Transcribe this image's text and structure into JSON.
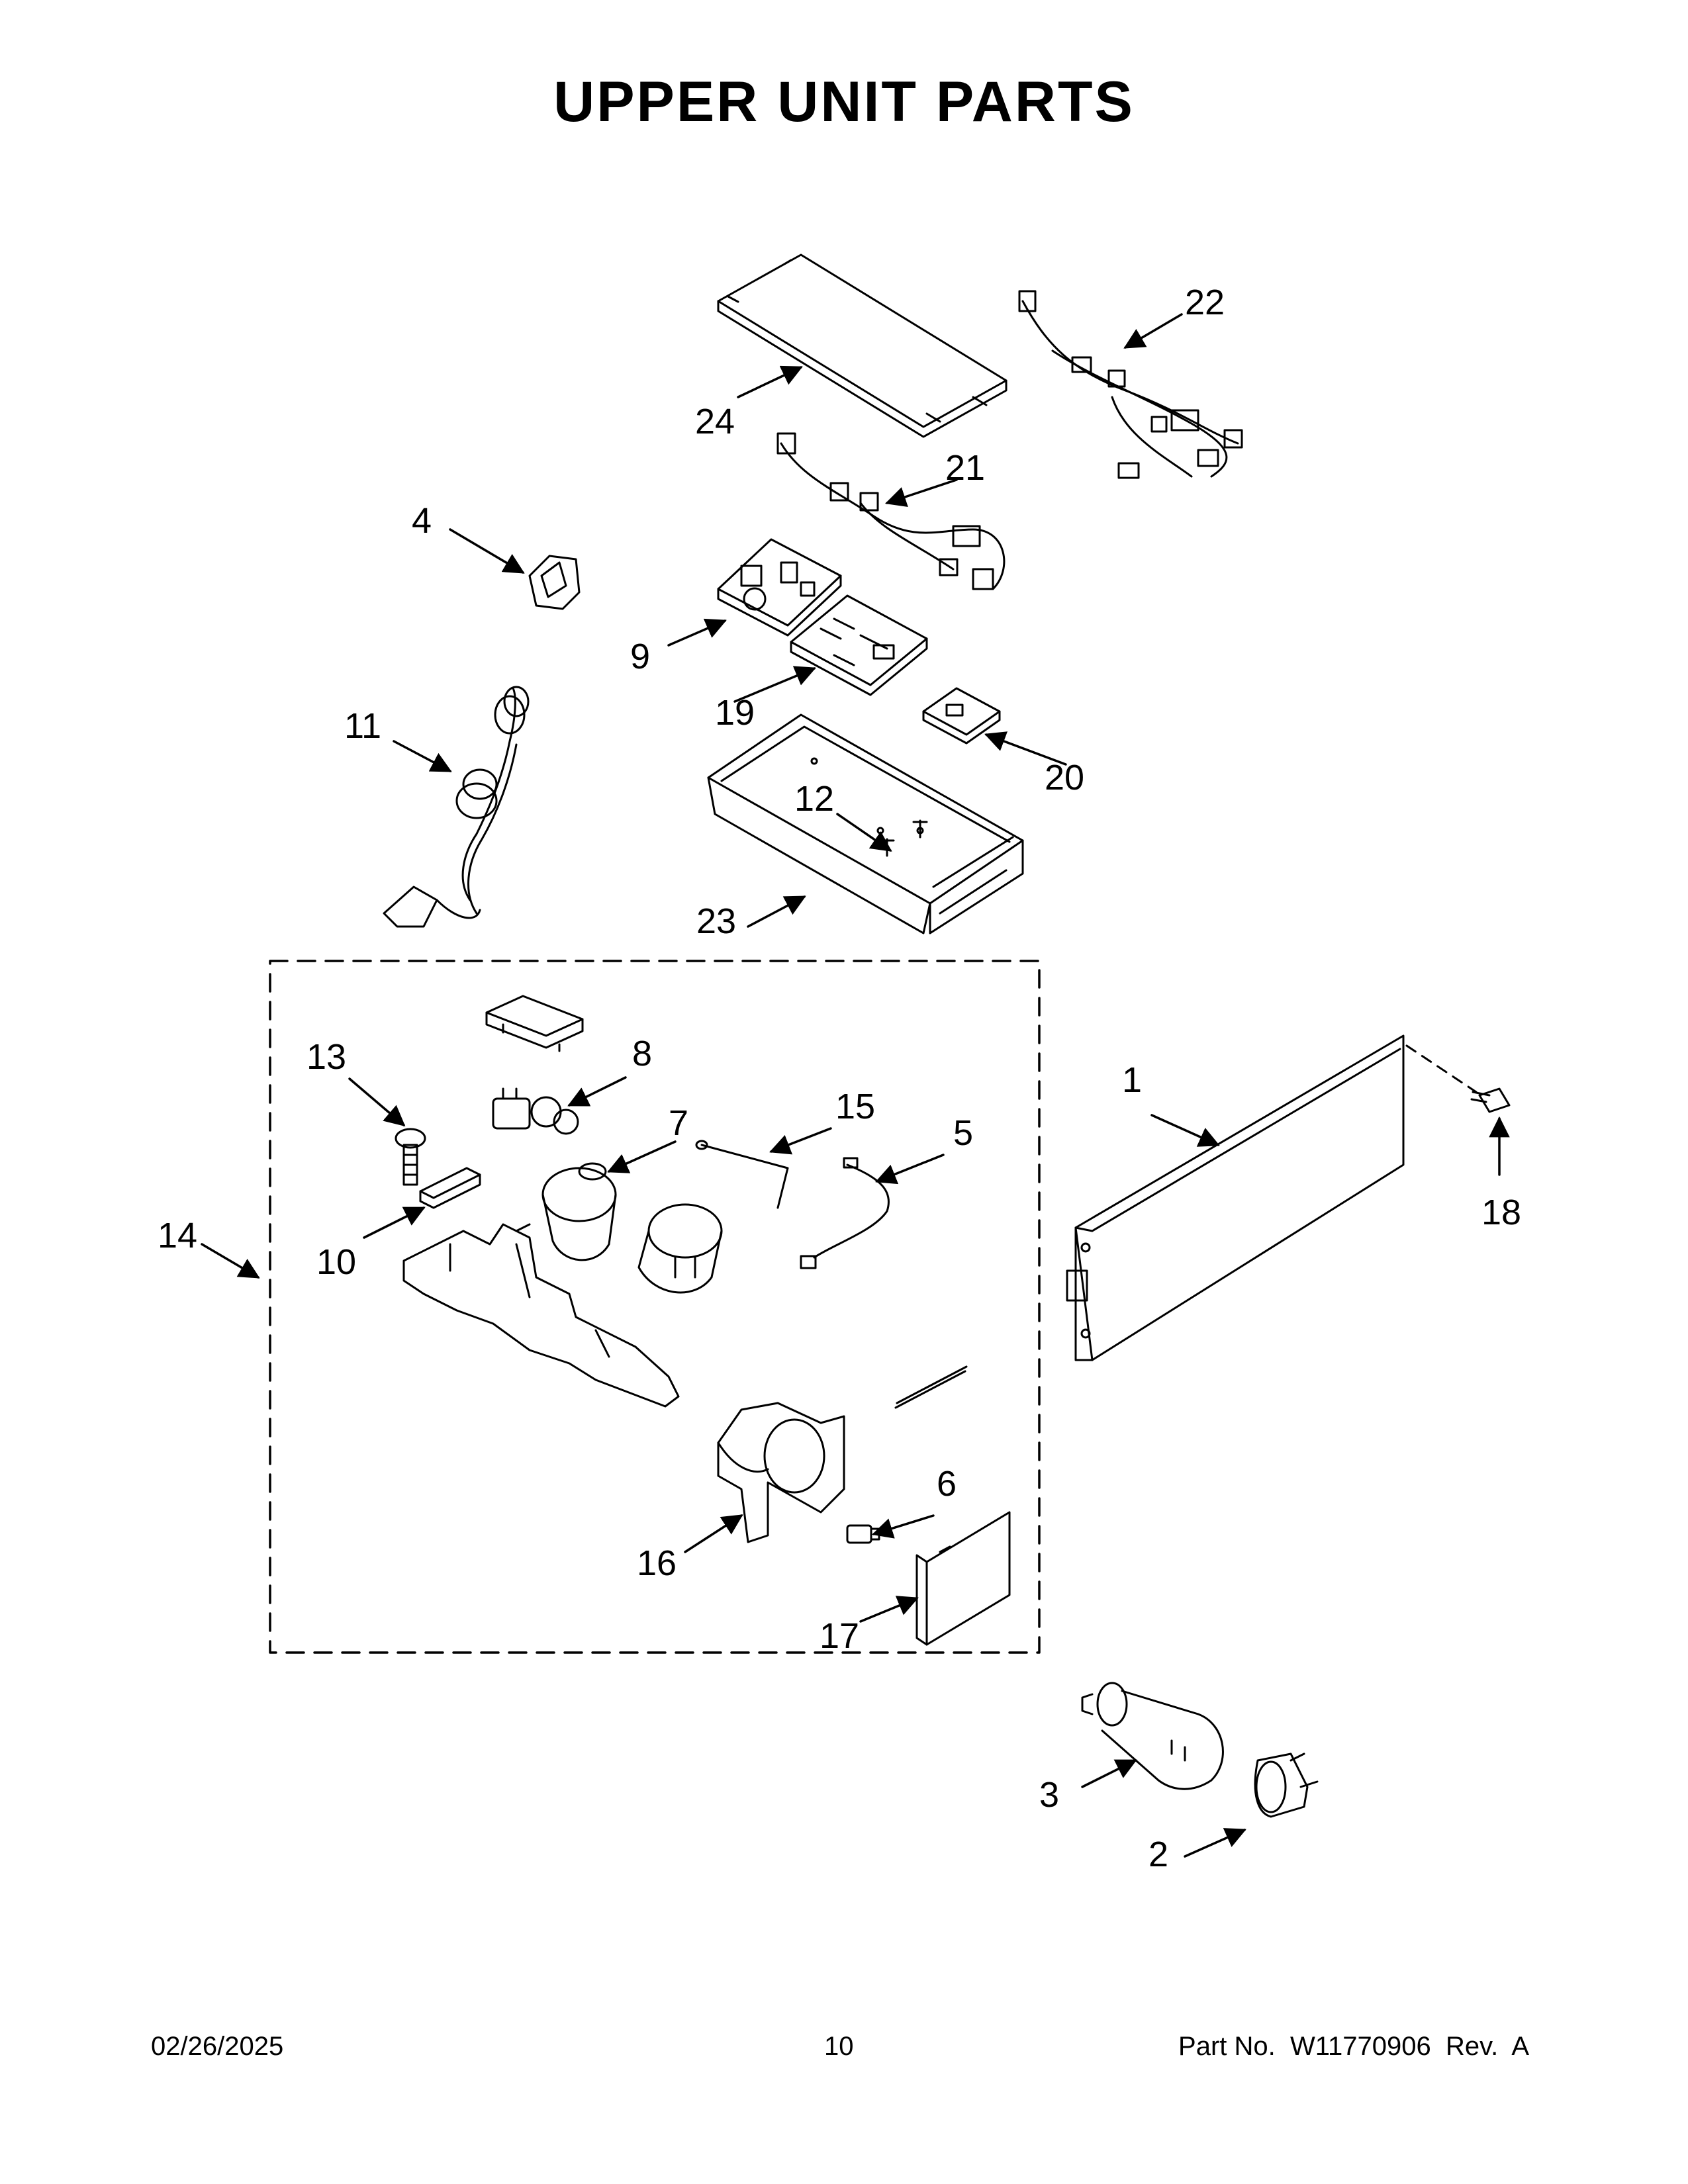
{
  "page": {
    "title": "UPPER UNIT PARTS",
    "footer": {
      "date": "02/26/2025",
      "page_number": "10",
      "part_no_label": "Part No.",
      "part_no": "W11770906",
      "rev_label": "Rev.",
      "rev": "A"
    }
  },
  "callouts": {
    "c1": "1",
    "c2": "2",
    "c3": "3",
    "c4": "4",
    "c5": "5",
    "c6": "6",
    "c7": "7",
    "c8": "8",
    "c9": "9",
    "c10": "10",
    "c11": "11",
    "c12": "12",
    "c13": "13",
    "c14": "14",
    "c15": "15",
    "c16": "16",
    "c17": "17",
    "c18": "18",
    "c19": "19",
    "c20": "20",
    "c21": "21",
    "c22": "22",
    "c23": "23",
    "c24": "24"
  }
}
